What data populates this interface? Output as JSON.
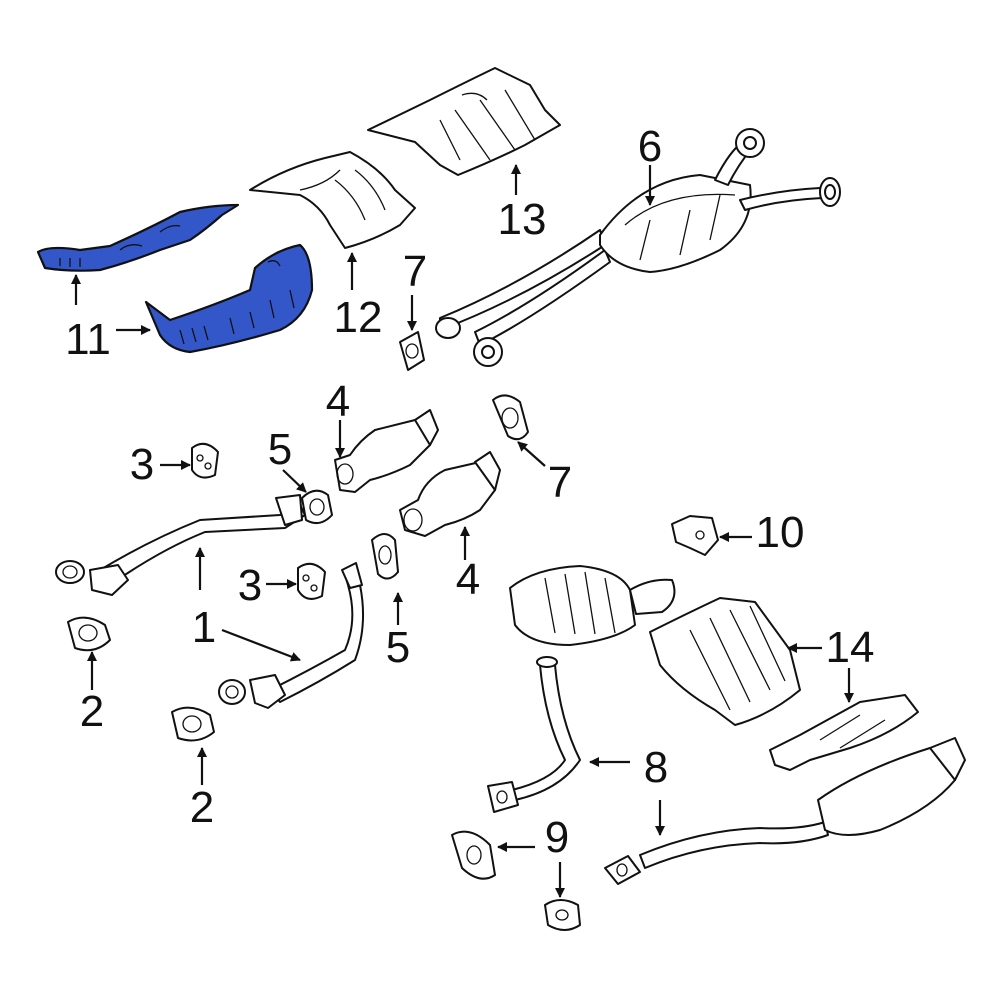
{
  "highlight_color": "#3356c8",
  "highlighted_part": "11",
  "callouts": [
    {
      "id": "1a",
      "text": "1"
    },
    {
      "id": "1b",
      "text": "1"
    },
    {
      "id": "2a",
      "text": "2"
    },
    {
      "id": "2b",
      "text": "2"
    },
    {
      "id": "3a",
      "text": "3"
    },
    {
      "id": "3b",
      "text": "3"
    },
    {
      "id": "4a",
      "text": "4"
    },
    {
      "id": "4b",
      "text": "4"
    },
    {
      "id": "5a",
      "text": "5"
    },
    {
      "id": "5b",
      "text": "5"
    },
    {
      "id": "6",
      "text": "6"
    },
    {
      "id": "7a",
      "text": "7"
    },
    {
      "id": "7b",
      "text": "7"
    },
    {
      "id": "8",
      "text": "8"
    },
    {
      "id": "9",
      "text": "9"
    },
    {
      "id": "10",
      "text": "10"
    },
    {
      "id": "11",
      "text": "11"
    },
    {
      "id": "12",
      "text": "12"
    },
    {
      "id": "13",
      "text": "13"
    },
    {
      "id": "14",
      "text": "14"
    }
  ]
}
